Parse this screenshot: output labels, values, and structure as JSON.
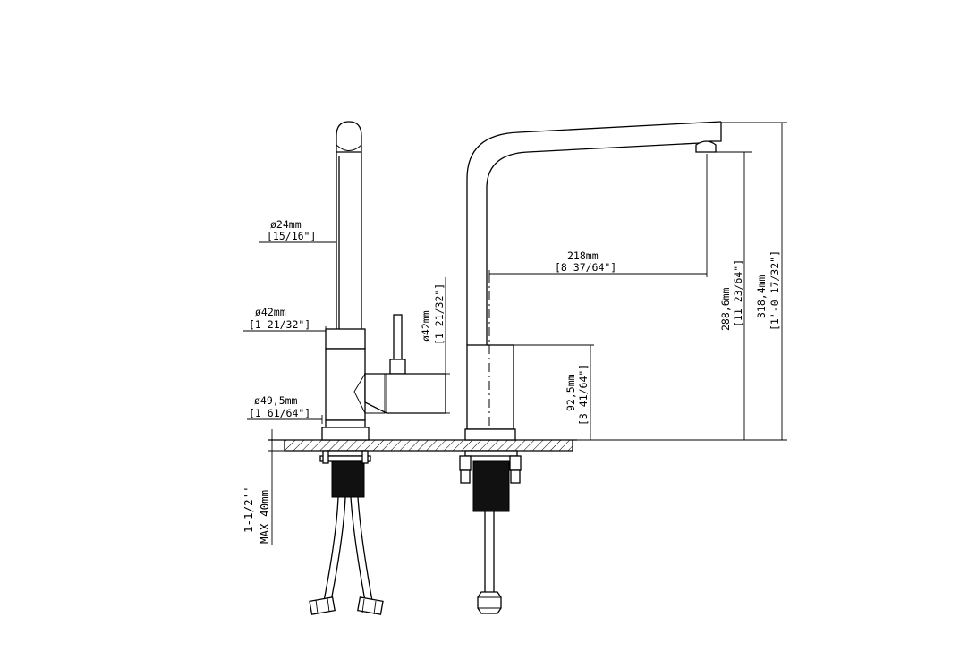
{
  "dimensions": {
    "spout_diameter": {
      "mm": "ø24mm",
      "inch": "[15/16\"]"
    },
    "body_diameter": {
      "mm": "ø42mm",
      "inch": "[1 21/32\"]"
    },
    "handle_diameter": {
      "mm": "ø42mm",
      "inch": "[1 21/32\"]"
    },
    "base_diameter": {
      "mm": "ø49,5mm",
      "inch": "[1 61/64\"]"
    },
    "spout_reach": {
      "mm": "218mm",
      "inch": "[8 37/64\"]"
    },
    "outlet_height": {
      "mm": "288,6mm",
      "inch": "[11 23/64\"]"
    },
    "overall_height": {
      "mm": "318,4mm",
      "inch": "[1'-0 17/32\"]"
    },
    "body_height": {
      "mm": "92,5mm",
      "inch": "[3 41/64\"]"
    },
    "deck_thickness": {
      "line1": "1-1/2''",
      "line2": "MAX 40mm"
    }
  }
}
